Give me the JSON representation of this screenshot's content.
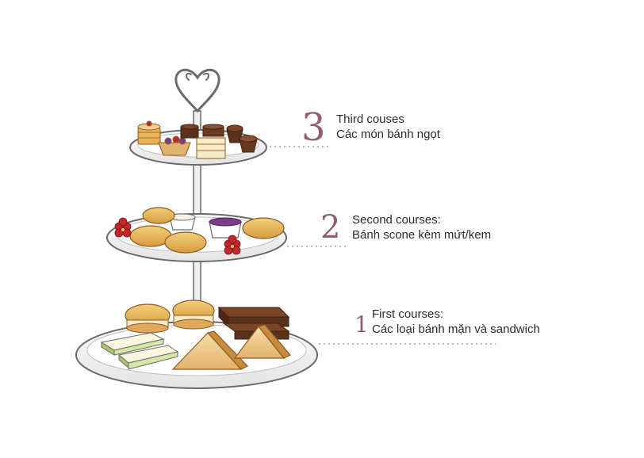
{
  "tiers": [
    {
      "number": "3",
      "title": "Third couses",
      "subtitle": "Các món bánh ngọt"
    },
    {
      "number": "2",
      "title": "Second courses:",
      "subtitle": "Bánh scone kèm mứt/kem"
    },
    {
      "number": "1",
      "title": "First courses:",
      "subtitle": "Các loại bánh mặn và sandwich"
    }
  ],
  "colors": {
    "number": "#8e5f72",
    "text": "#2b2b2b",
    "dotted_leader": "#c9b3bd",
    "plate_outline": "#6b6b6b"
  }
}
